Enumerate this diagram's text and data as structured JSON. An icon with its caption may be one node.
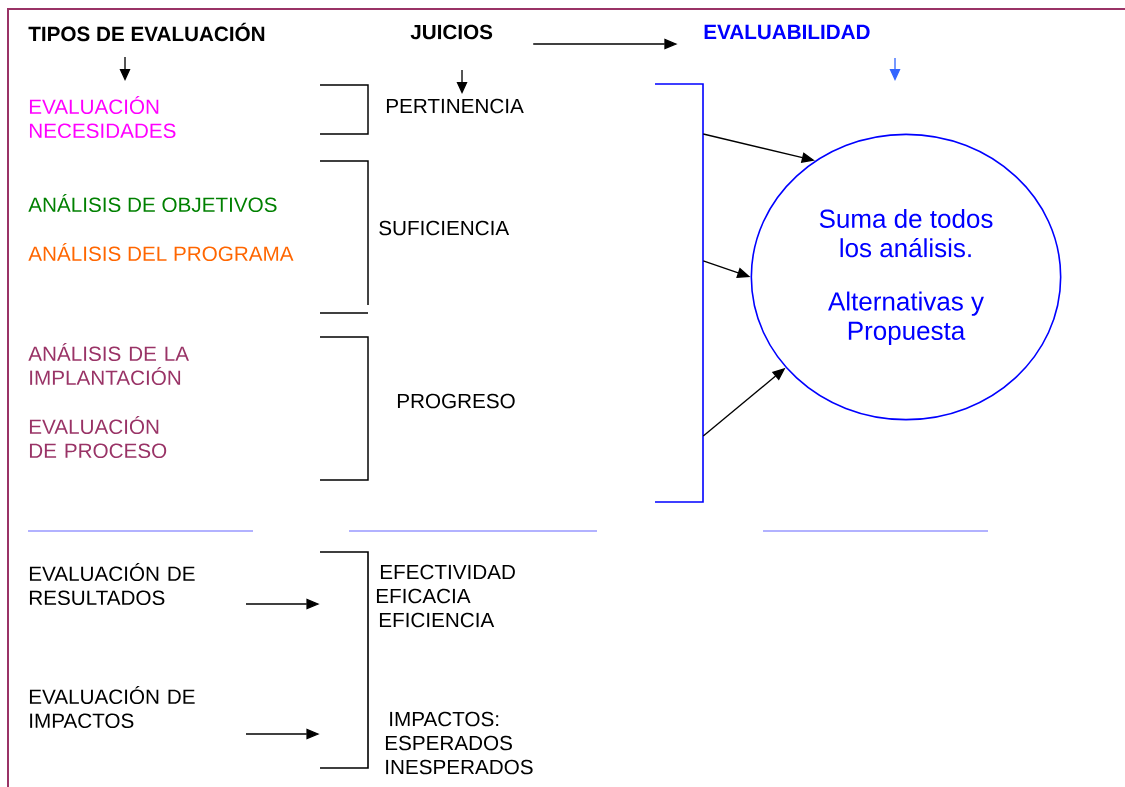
{
  "diagram": {
    "nodes": [
      {
        "text": [
          "TIPOS DE EVALUACIÓN"
        ]
      },
      {
        "text": [
          "JUICIOS"
        ]
      },
      {
        "text": [
          "EVALUABILIDAD"
        ]
      },
      {
        "text": [
          "Suma de todos los análisis.",
          "Alternativas y Propuesta"
        ]
      },
      {
        "text": [
          "EVALUACIÓN DE RESULTADOS"
        ]
      },
      {
        "text": [
          "EVALUACIÓN DE IMPACTOS"
        ]
      },
      {
        "text": [],
        "shape": "bracket"
      },
      {
        "text": [],
        "shape": "bracket"
      }
    ],
    "edges": [
      {
        "from": 1,
        "to": 2,
        "arrow": "to"
      },
      {
        "from": 6,
        "to": 3,
        "arrow": "to"
      },
      {
        "from": 6,
        "to": 3,
        "arrow": "to"
      },
      {
        "from": 6,
        "to": 3,
        "arrow": "to"
      },
      {
        "from": null,
        "to": 7,
        "arrow": "to"
      },
      {
        "from": null,
        "to": 7,
        "arrow": "to"
      }
    ],
    "labels": [
      "EVALUACIÓN NECESIDADES",
      "PERTINENCIA",
      "ANÁLISIS DE OBJETIVOS",
      "SUFICIENCIA",
      "ANÁLISIS DEL PROGRAMA",
      "ANÁLISIS DE LA IMPLANTACIÓN",
      "PROGRESO",
      "EVALUACIÓN DE PROCESO",
      "EFECTIVIDAD",
      "EFICACIA",
      "EFICIENCIA",
      "IMPACTOS:",
      "ESPERADOS",
      "INESPERADOS"
    ]
  }
}
